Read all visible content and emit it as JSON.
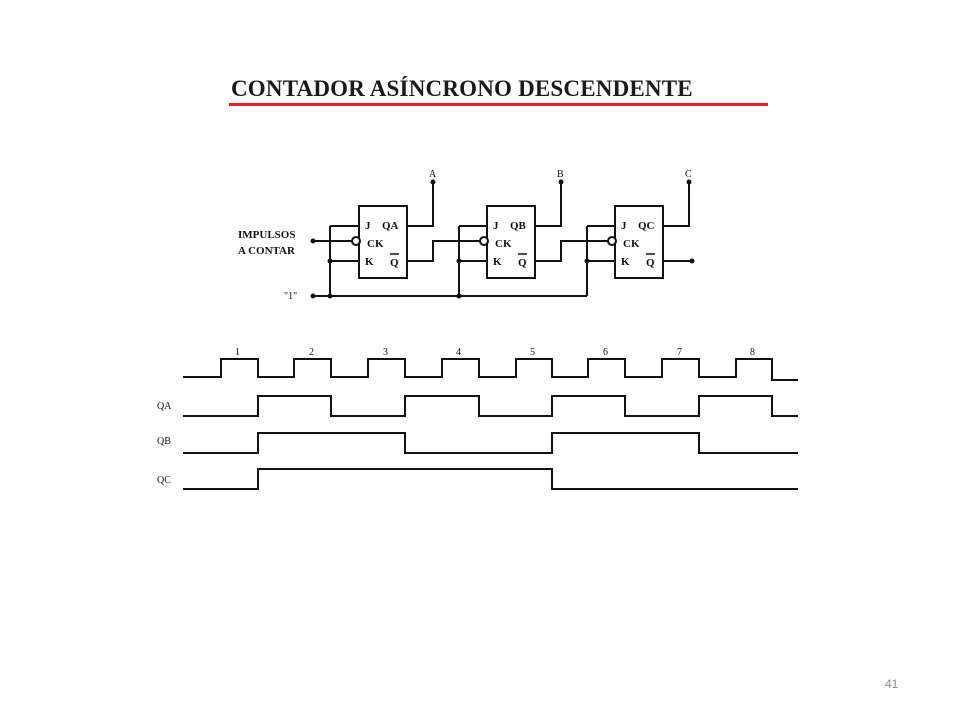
{
  "slide": {
    "title": "CONTADOR ASÍNCRONO DESCENDENTE",
    "page_number": "41",
    "accent_color": "#d9262a"
  },
  "circuit": {
    "input_label_line1": "IMPULSOS",
    "input_label_line2": "A CONTAR",
    "one_label": "\"1\"",
    "outputs": [
      "A",
      "B",
      "C"
    ],
    "flipflops": [
      {
        "j": "J",
        "ck": "CK",
        "k": "K",
        "q": "QA",
        "qbar": "Q"
      },
      {
        "j": "J",
        "ck": "CK",
        "k": "K",
        "q": "QB",
        "qbar": "Q"
      },
      {
        "j": "J",
        "ck": "CK",
        "k": "K",
        "q": "QC",
        "qbar": "Q"
      }
    ]
  },
  "timing": {
    "pulse_labels": [
      "1",
      "2",
      "3",
      "4",
      "5",
      "6",
      "7",
      "8"
    ],
    "signals": [
      {
        "name": "QA",
        "levels": [
          0,
          1,
          0,
          1,
          0,
          1,
          0,
          1,
          0
        ]
      },
      {
        "name": "QB",
        "levels": [
          0,
          1,
          1,
          0,
          0,
          1,
          1,
          0,
          0
        ]
      },
      {
        "name": "QC",
        "levels": [
          0,
          1,
          1,
          1,
          1,
          0,
          0,
          0,
          0
        ]
      }
    ]
  }
}
